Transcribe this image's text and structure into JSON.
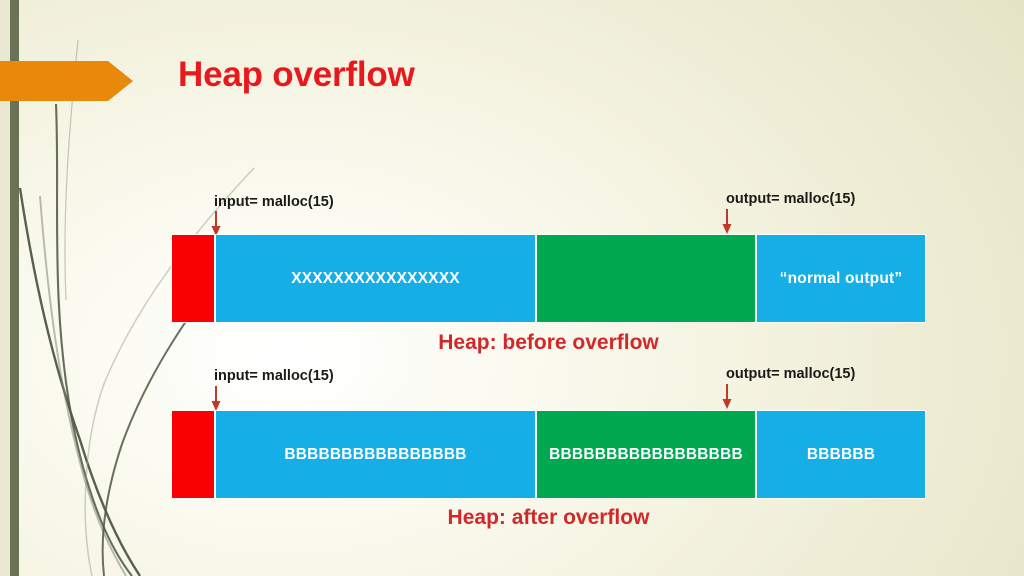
{
  "slide": {
    "title": "Heap overflow",
    "title_color": "#e8191c",
    "banner_color": "#e8890c",
    "background_color": "#f2f0de",
    "left_band_color": "#6a7255"
  },
  "colors": {
    "red_block": "#fa0005",
    "blue_block": "#16aee6",
    "green_block": "#00a84f",
    "caption_red": "#d3282b",
    "label_black": "#1a1a17",
    "arrow_red": "#c0392b"
  },
  "diagrams": [
    {
      "id": "heap-before-overflow",
      "caption": "Heap: before overflow",
      "labels": {
        "input": "input= malloc(15)",
        "output": "output= malloc(15)"
      },
      "segments": [
        {
          "name": "heap-header",
          "color": "red",
          "text": ""
        },
        {
          "name": "input-buffer",
          "color": "blue",
          "text": "XXXXXXXXXXXXXXXX"
        },
        {
          "name": "gap-region",
          "color": "green",
          "text": ""
        },
        {
          "name": "output-buffer",
          "color": "blue",
          "text": "“normal output”"
        }
      ]
    },
    {
      "id": "heap-after-overflow",
      "caption": "Heap: after overflow",
      "labels": {
        "input": "input= malloc(15)",
        "output": "output= malloc(15)"
      },
      "segments": [
        {
          "name": "heap-header",
          "color": "red",
          "text": ""
        },
        {
          "name": "input-buffer",
          "color": "blue",
          "text": "BBBBBBBBBBBBBBBB"
        },
        {
          "name": "gap-region",
          "color": "green",
          "text": "BBBBBBBBBBBBBBBBB"
        },
        {
          "name": "output-buffer",
          "color": "blue",
          "text": "BBBBBB"
        }
      ]
    }
  ]
}
